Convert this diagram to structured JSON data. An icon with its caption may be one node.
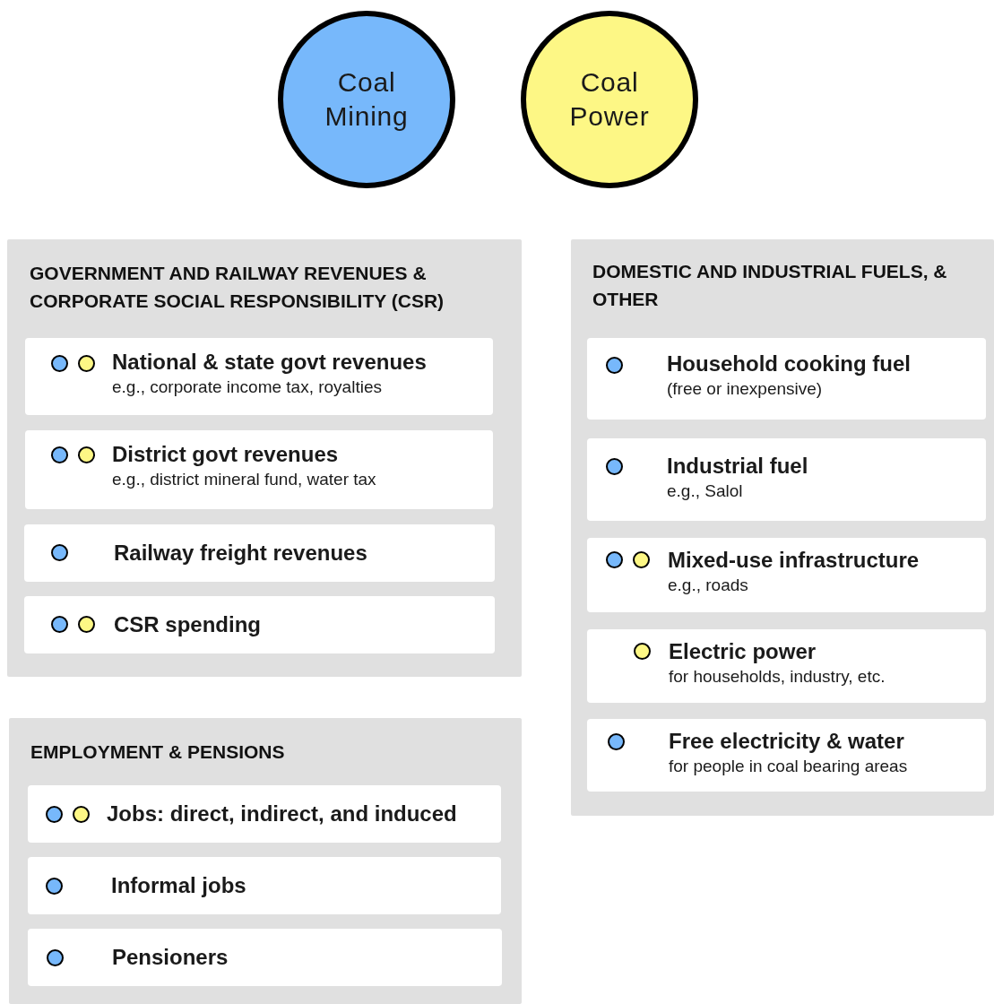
{
  "diagram": {
    "nodes": [
      {
        "text": [
          "Coal Mining"
        ]
      },
      {
        "text": [
          "Coal Power"
        ]
      },
      {
        "text": [
          "GOVERNMENT AND RAILWAY REVENUES & CORPORATE SOCIAL RESPONSIBILITY (CSR)"
        ]
      },
      {
        "text": [
          "National & state govt revenues",
          "e.g., corporate income tax, royalties"
        ],
        "in": 2
      },
      {
        "text": [],
        "shape": "circle",
        "in": 3
      },
      {
        "text": [],
        "shape": "circle",
        "in": 3
      },
      {
        "text": [
          "District govt revenues",
          "e.g., district mineral fund, water tax"
        ],
        "in": 2
      },
      {
        "text": [],
        "shape": "circle",
        "in": 6
      },
      {
        "text": [],
        "shape": "circle",
        "in": 6
      },
      {
        "text": [
          "Railway freight revenues"
        ],
        "in": 2
      },
      {
        "text": [],
        "shape": "circle",
        "in": 9
      },
      {
        "text": [
          "CSR spending"
        ],
        "in": 2
      },
      {
        "text": [],
        "shape": "circle",
        "in": 11
      },
      {
        "text": [],
        "shape": "circle",
        "in": 11
      },
      {
        "text": [
          "EMPLOYMENT & PENSIONS"
        ]
      },
      {
        "text": [
          "Jobs: direct, indirect, and induced"
        ],
        "in": 14
      },
      {
        "text": [],
        "shape": "circle",
        "in": 15
      },
      {
        "text": [],
        "shape": "circle",
        "in": 15
      },
      {
        "text": [
          "Informal jobs"
        ],
        "in": 14
      },
      {
        "text": [],
        "shape": "circle",
        "in": 18
      },
      {
        "text": [
          "Pensioners"
        ],
        "in": 14
      },
      {
        "text": [],
        "shape": "circle",
        "in": 20
      },
      {
        "text": [
          "DOMESTIC AND INDUSTRIAL FUELS, & OTHER"
        ]
      },
      {
        "text": [
          "Household cooking fuel",
          "(free or inexpensive)"
        ],
        "in": 22
      },
      {
        "text": [],
        "shape": "circle",
        "in": 23
      },
      {
        "text": [
          "Industrial fuel",
          "e.g., Salol"
        ],
        "in": 22
      },
      {
        "text": [],
        "shape": "circle",
        "in": 25
      },
      {
        "text": [
          "Mixed-use infrastructure",
          "e.g., roads"
        ],
        "in": 22
      },
      {
        "text": [],
        "shape": "circle",
        "in": 27
      },
      {
        "text": [],
        "shape": "circle",
        "in": 27
      },
      {
        "text": [
          "Electric power",
          "for households, industry, etc."
        ],
        "in": 22
      },
      {
        "text": [],
        "shape": "circle",
        "in": 30
      },
      {
        "text": [
          "Free electricity & water",
          "for people in coal bearing areas"
        ],
        "in": 22
      },
      {
        "text": [],
        "shape": "circle",
        "in": 32
      }
    ]
  }
}
